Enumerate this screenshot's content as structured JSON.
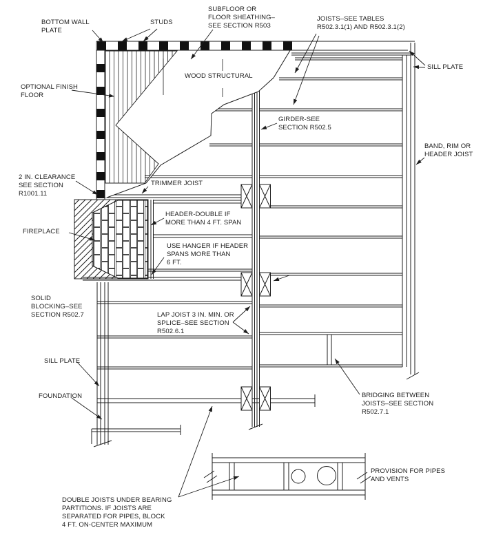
{
  "colors": {
    "ink": "#1c1c1c",
    "background": "#ffffff"
  },
  "drawing": {
    "kind": "floor-framing-plan-diagram",
    "regions": {
      "finish_floor_hatch": "vertical-hatch",
      "fireplace_masonry": "diagonal-hatch",
      "firebox": "brick-pattern"
    }
  },
  "labels": {
    "bottom_wall_plate": "BOTTOM WALL\nPLATE",
    "studs": "STUDS",
    "subfloor": "SUBFLOOR OR\nFLOOR SHEATHING–\nSEE SECTION R503",
    "joists_tables": "JOISTS–SEE TABLES\nR502.3.1(1) AND R502.3.1(2)",
    "sill_plate_top": "SILL PLATE",
    "optional_finish_floor": "OPTIONAL FINISH\nFLOOR",
    "wood_structural": "WOOD STRUCTURAL",
    "girder": "GIRDER-SEE\nSECTION R502.5",
    "band_rim": "BAND, RIM OR\nHEADER JOIST",
    "clearance": "2 IN. CLEARANCE\nSEE SECTION\nR1001.11",
    "trimmer_joist": "TRIMMER JOIST",
    "header_double": "HEADER-DOUBLE IF\nMORE THAN 4 FT. SPAN",
    "fireplace": "FIREPLACE",
    "use_hanger": "USE HANGER IF HEADER\nSPANS MORE THAN\n6 FT.",
    "solid_blocking": "SOLID\nBLOCKING–SEE\nSECTION R502.7",
    "lap_joist": "LAP JOIST 3 IN. MIN. OR\nSPLICE–SEE SECTION\nR502.6.1",
    "sill_plate_lower": "SILL PLATE",
    "foundation": "FOUNDATION",
    "bridging": "BRIDGING BETWEEN\nJOISTS–SEE SECTION\nR502.7.1",
    "provision_pipes": "PROVISION FOR PIPES\nAND VENTS",
    "double_joists": "DOUBLE JOISTS UNDER BEARING\nPARTITIONS. IF JOISTS ARE\nSEPARATED FOR PIPES, BLOCK\n4 FT. ON-CENTER MAXIMUM"
  }
}
